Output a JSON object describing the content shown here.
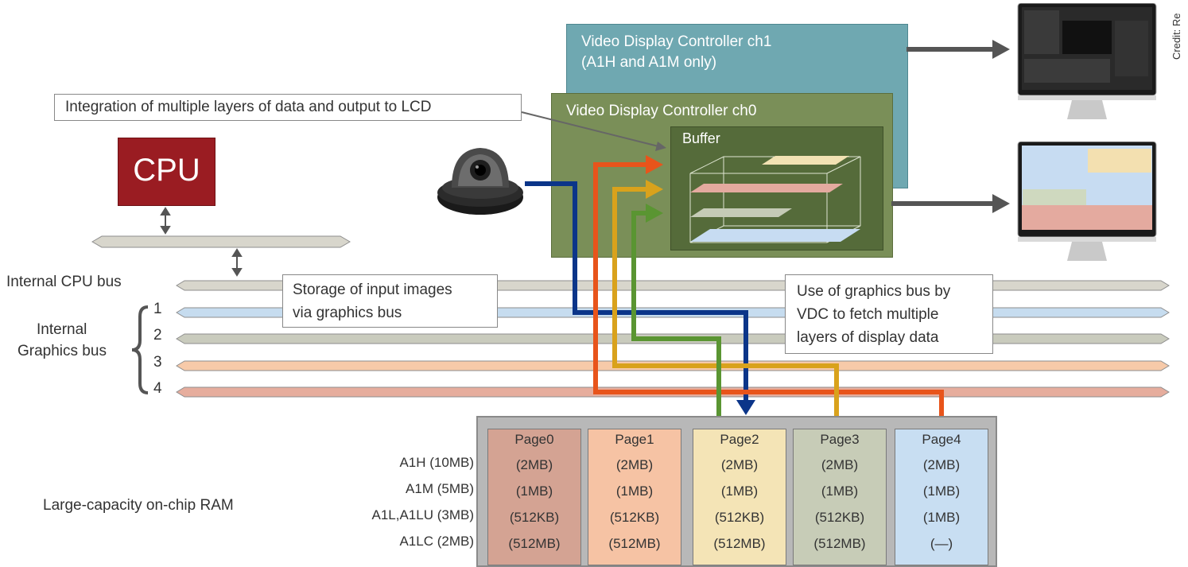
{
  "credit": "Credit: Re",
  "callouts": {
    "integration": "Integration of multiple layers of data and output to LCD",
    "storage_line1": "Storage of input images",
    "storage_line2": "via graphics bus",
    "use_line1": "Use of graphics bus by",
    "use_line2": "VDC to fetch multiple",
    "use_line3": "layers of display data"
  },
  "vdc1": {
    "title_line1": "Video Display Controller ch1",
    "title_line2": "(A1H and A1M only)"
  },
  "vdc0": {
    "title": "Video Display Controller ch0"
  },
  "buffer": {
    "title": "Buffer"
  },
  "cpu": {
    "label": "CPU"
  },
  "buses": {
    "cpu_bus": "Internal CPU bus",
    "graphics_line1": "Internal",
    "graphics_line2": "Graphics bus",
    "numbers": [
      "1",
      "2",
      "3",
      "4"
    ]
  },
  "ram": {
    "label": "Large-capacity on-chip RAM",
    "rows": [
      "A1H (10MB)",
      "A1M (5MB)",
      "A1L,A1LU (3MB)",
      "A1LC (2MB)"
    ],
    "pages": [
      {
        "name": "Page0",
        "values": [
          "(2MB)",
          "(1MB)",
          "(512KB)",
          "(512MB)"
        ],
        "color": "#d4a393"
      },
      {
        "name": "Page1",
        "values": [
          "(2MB)",
          "(1MB)",
          "(512KB)",
          "(512MB)"
        ],
        "color": "#f6c3a4"
      },
      {
        "name": "Page2",
        "values": [
          "(2MB)",
          "(1MB)",
          "(512KB)",
          "(512MB)"
        ],
        "color": "#f4e4b6"
      },
      {
        "name": "Page3",
        "values": [
          "(2MB)",
          "(1MB)",
          "(512KB)",
          "(512MB)"
        ],
        "color": "#c7ccb7"
      },
      {
        "name": "Page4",
        "values": [
          "(2MB)",
          "(1MB)",
          "(1MB)",
          "(—)"
        ],
        "color": "#c8def2"
      }
    ]
  },
  "colors": {
    "bus_cpu": "#d8d6cc",
    "bus1": "#c6dcef",
    "bus2": "#c9cbbd",
    "bus3": "#f7caa9",
    "bus4": "#e6ad9d",
    "path_blue": "#0b3589",
    "path_orange": "#e8541b",
    "path_yellow": "#d9a21c",
    "path_green": "#5a9532"
  }
}
